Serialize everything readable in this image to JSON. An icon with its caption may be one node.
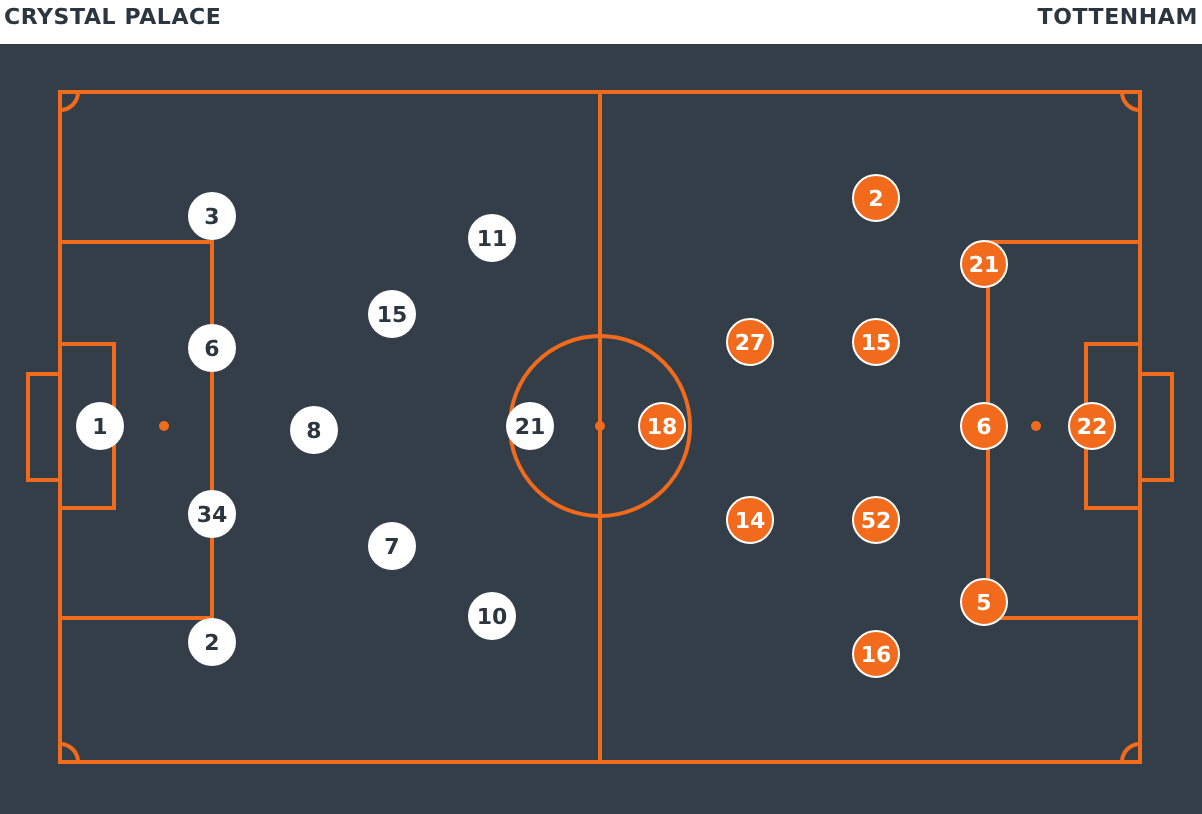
{
  "diagram": {
    "labels": [
      "CRYSTAL PALACE",
      "TOTTENHAM"
    ],
    "nodes": [
      {
        "text": [
          "3"
        ]
      },
      {
        "text": [
          "6"
        ]
      },
      {
        "text": [
          "1"
        ]
      },
      {
        "text": [
          "34"
        ]
      },
      {
        "text": [
          "2"
        ]
      },
      {
        "text": [
          "15"
        ]
      },
      {
        "text": [
          "8"
        ]
      },
      {
        "text": [
          "7"
        ]
      },
      {
        "text": [
          "11"
        ]
      },
      {
        "text": [
          "21"
        ]
      },
      {
        "text": [
          "10"
        ]
      },
      {
        "text": [
          "2"
        ]
      },
      {
        "text": [
          "21"
        ]
      },
      {
        "text": [
          "27"
        ]
      },
      {
        "text": [
          "15"
        ]
      },
      {
        "text": [
          "18"
        ]
      },
      {
        "text": [
          "6"
        ]
      },
      {
        "text": [
          "22"
        ]
      },
      {
        "text": [
          "14"
        ]
      },
      {
        "text": [
          "52"
        ]
      },
      {
        "text": [
          "5"
        ]
      },
      {
        "text": [
          "16"
        ]
      }
    ]
  }
}
